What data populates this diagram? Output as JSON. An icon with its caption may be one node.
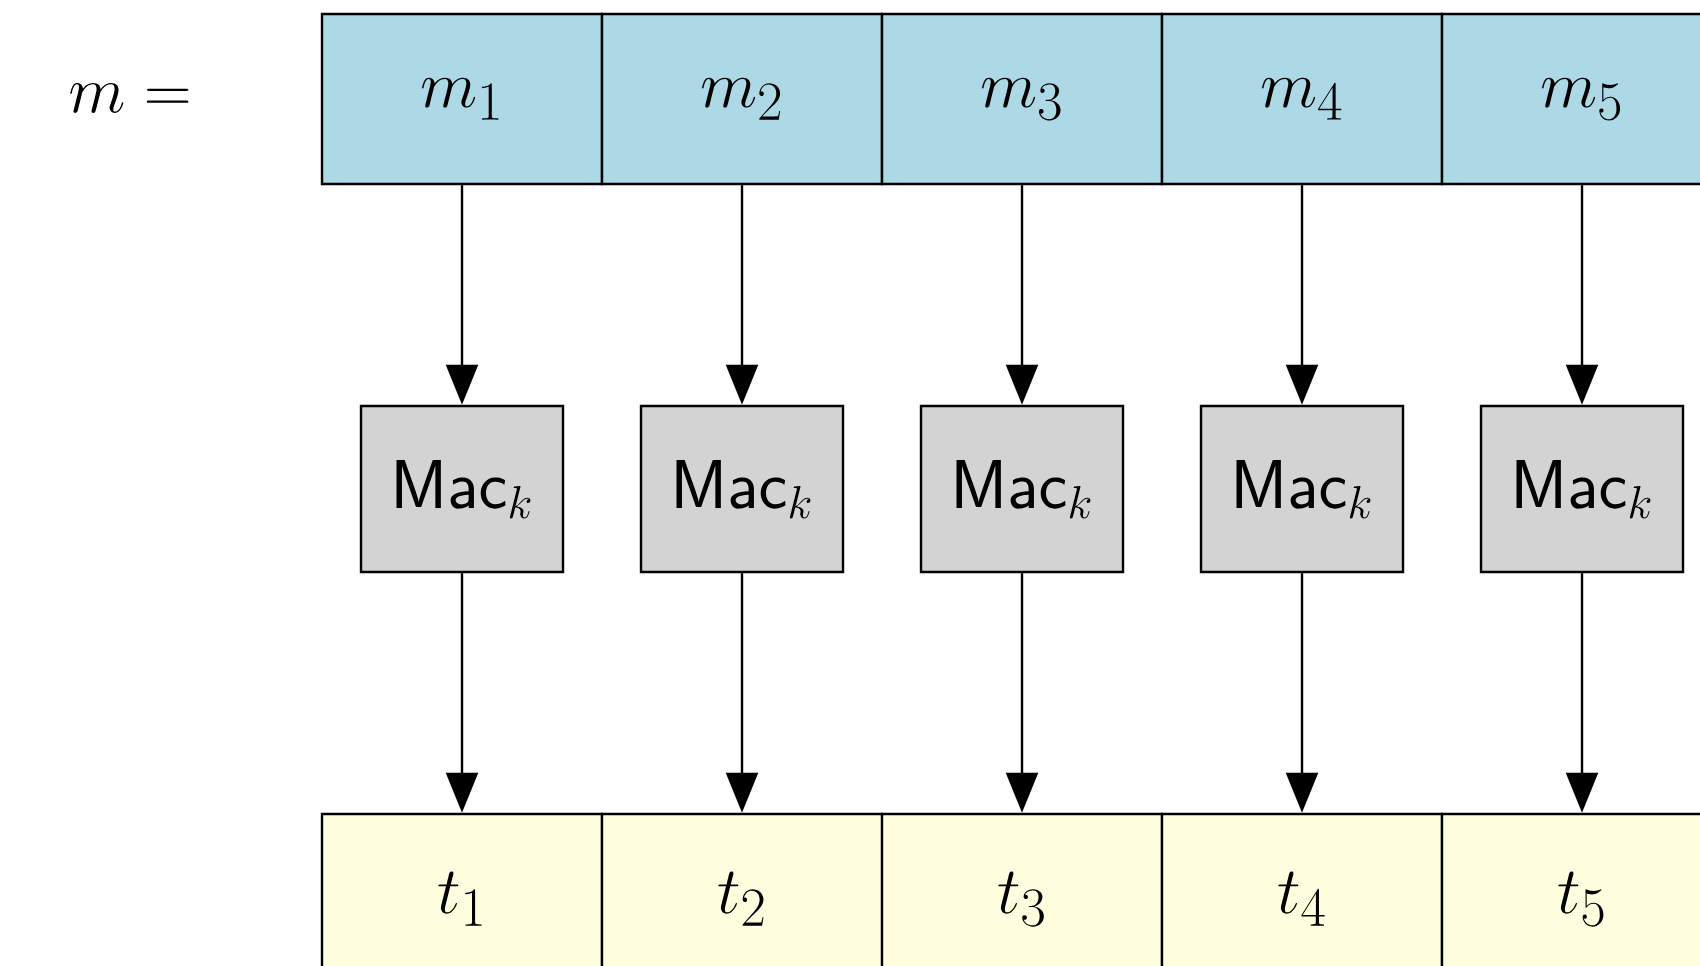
{
  "diagram": {
    "nodes": [
      {
        "text": [
          "m_1"
        ]
      },
      {
        "text": [
          "m_2"
        ]
      },
      {
        "text": [
          "m_3"
        ]
      },
      {
        "text": [
          "m_4"
        ]
      },
      {
        "text": [
          "m_5"
        ]
      },
      {
        "text": [
          "\\mathsf{Mac}_k"
        ]
      },
      {
        "text": [
          "\\mathsf{Mac}_k"
        ]
      },
      {
        "text": [
          "\\mathsf{Mac}_k"
        ]
      },
      {
        "text": [
          "\\mathsf{Mac}_k"
        ]
      },
      {
        "text": [
          "\\mathsf{Mac}_k"
        ]
      },
      {
        "text": [
          "t_1"
        ]
      },
      {
        "text": [
          "t_2"
        ]
      },
      {
        "text": [
          "t_3"
        ]
      },
      {
        "text": [
          "t_4"
        ]
      },
      {
        "text": [
          "t_5"
        ]
      }
    ],
    "edges": [
      {
        "from": 0,
        "to": 5,
        "arrow": "to"
      },
      {
        "from": 1,
        "to": 6,
        "arrow": "to"
      },
      {
        "from": 2,
        "to": 7,
        "arrow": "to"
      },
      {
        "from": 3,
        "to": 8,
        "arrow": "to"
      },
      {
        "from": 4,
        "to": 9,
        "arrow": "to"
      },
      {
        "from": 5,
        "to": 10,
        "arrow": "to"
      },
      {
        "from": 6,
        "to": 11,
        "arrow": "to"
      },
      {
        "from": 7,
        "to": 12,
        "arrow": "to"
      },
      {
        "from": 8,
        "to": 13,
        "arrow": "to"
      },
      {
        "from": 9,
        "to": 14,
        "arrow": "to"
      }
    ],
    "labels": [
      "m ="
    ]
  }
}
